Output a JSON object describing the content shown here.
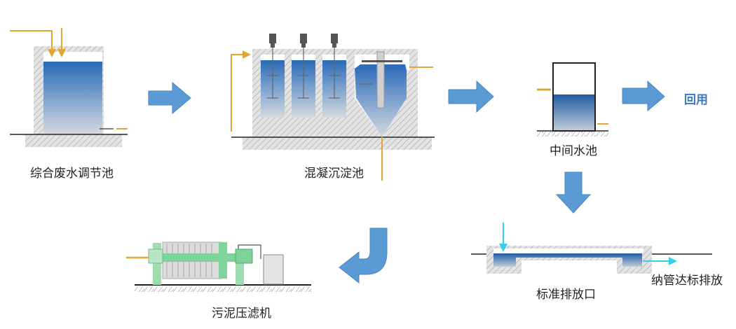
{
  "diagram": {
    "type": "wastewater-treatment-process-flow",
    "stages": [
      {
        "id": "equalization",
        "label": "综合废水调节池"
      },
      {
        "id": "coagulation",
        "label": "混凝沉淀池"
      },
      {
        "id": "intermediate",
        "label": "中间水池"
      },
      {
        "id": "reuse",
        "label": "回用"
      },
      {
        "id": "discharge",
        "label": "标准排放口"
      },
      {
        "id": "discharge_note",
        "label": "纳管达标排放"
      },
      {
        "id": "filter_press",
        "label": "污泥压滤机"
      }
    ],
    "flows": [
      {
        "from": "equalization",
        "to": "coagulation"
      },
      {
        "from": "coagulation",
        "to": "intermediate"
      },
      {
        "from": "intermediate",
        "to": "reuse"
      },
      {
        "from": "intermediate",
        "to": "discharge"
      },
      {
        "from": "coagulation",
        "to": "filter_press"
      }
    ],
    "colors": {
      "arrow": "#5b9bd5",
      "pipe": "#e0a830",
      "water_top": "#2a6ab8",
      "water_bottom": "#c8d0d8",
      "concrete": "#d9d9d9",
      "press": "#7ed39a",
      "discharge_pipe": "#33d0e8",
      "reuse_text": "#3a78c4"
    }
  }
}
